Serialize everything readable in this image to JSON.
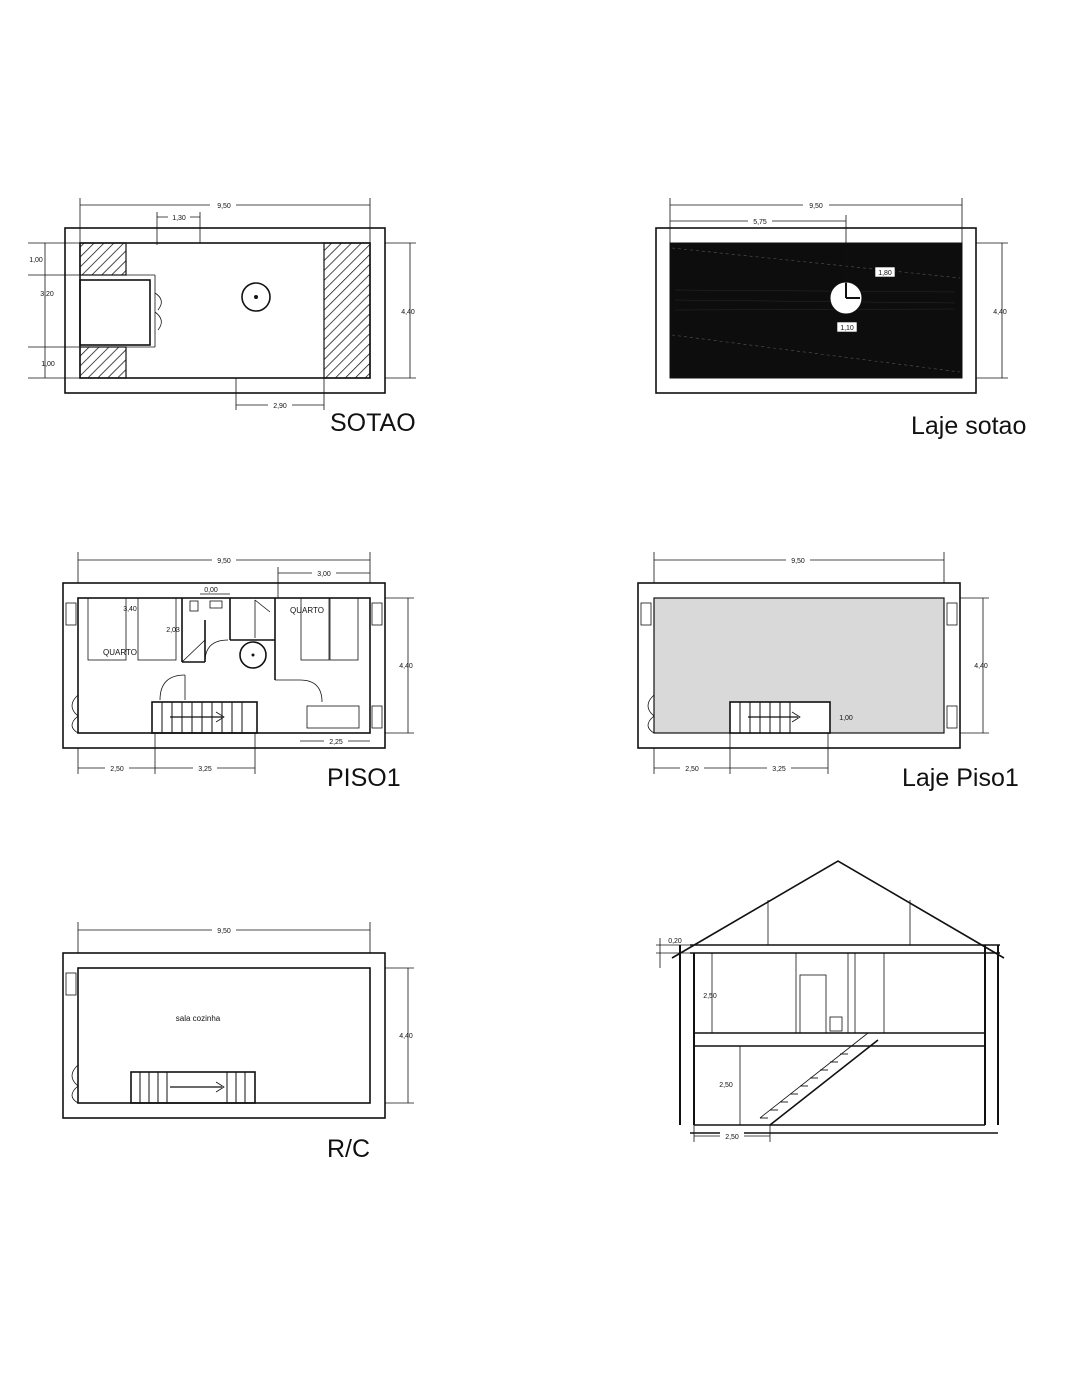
{
  "titles": {
    "sotao": "SOTAO",
    "laje_sotao": "Laje sotao",
    "piso1": "PISO1",
    "laje_piso1": "Laje Piso1",
    "rc": "R/C"
  },
  "sotao": {
    "dim_width": "9,50",
    "dim_offset": "1,30",
    "dim_top": "1,00",
    "dim_mid": "3,20",
    "dim_bottom": "1,00",
    "dim_height": "4,40",
    "dim_stair": "2,90"
  },
  "laje_sotao": {
    "dim_width": "9,50",
    "dim_offset": "5,75",
    "dim_height": "4,40",
    "dim_a": "1,80",
    "dim_b": "1,10"
  },
  "piso1": {
    "dim_width": "9,50",
    "dim_right": "3,00",
    "dim_zero": "0,00",
    "dim_room": "3,40",
    "dim_hall": "2,03",
    "room_left": "QUARTO",
    "room_right": "QUARTO",
    "dim_height": "4,40",
    "dim_bath": "2,25",
    "dim_bottom_a": "2,50",
    "dim_bottom_b": "3,25"
  },
  "laje_piso1": {
    "dim_width": "9,50",
    "dim_height": "4,40",
    "dim_opening": "1,00",
    "dim_bottom_a": "2,50",
    "dim_bottom_b": "3,25"
  },
  "rc": {
    "dim_width": "9,50",
    "dim_height": "4,40",
    "room": "sala cozinha"
  },
  "section": {
    "dim_slab": "0,20",
    "dim_upper": "2,50",
    "dim_lower": "2,50",
    "dim_base": "2,50"
  }
}
